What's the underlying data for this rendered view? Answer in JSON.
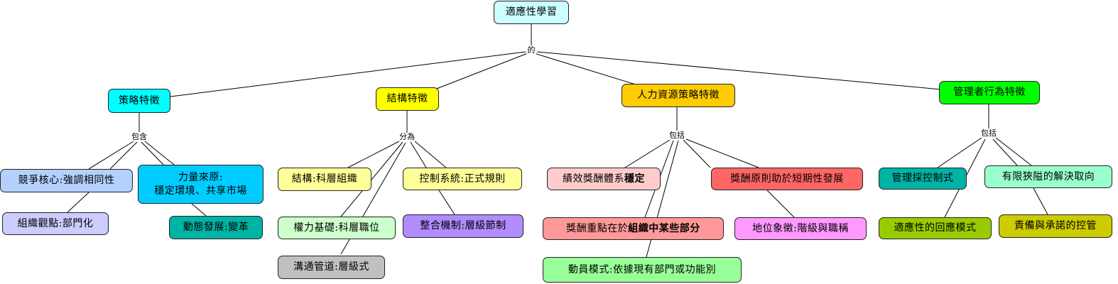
{
  "root": "適應性學習",
  "root_link": "的",
  "branches": {
    "strategy": {
      "title": "策略特徵",
      "link": "包含",
      "items": {
        "core": "競爭核心:強調相同性",
        "source_line1": "力量來原:",
        "source_line2": "穩定環境、共享市場",
        "view": "組織觀點:部門化",
        "dev": "動態發展:變革"
      }
    },
    "structure": {
      "title": "結構特徵",
      "link": "分為",
      "items": {
        "struct": "結構:科層組織",
        "control": "控制系統:正式規則",
        "power": "權力基礎:科層職位",
        "integrate": "整合機制:層級節制",
        "comm": "溝通管道:層級式"
      }
    },
    "hr": {
      "title": "人力資源策略特徵",
      "link": "包括",
      "items": {
        "perf_a": "績效獎酬體系",
        "perf_b": "穩定",
        "reward_a": "獎酬原則助於短期性發展",
        "focus_a": "獎酬重點在於",
        "focus_b": "組織中某些部分",
        "status": "地位象徵:階級與職稱",
        "mobil": "動員模式:依據現有部門或功能別"
      }
    },
    "manager": {
      "title": "管理者行為特徵",
      "link": "包括",
      "items": {
        "ctrl": "管理採控制式",
        "limit": "有限狹隘的解決取向",
        "resp": "適應性的回應模式",
        "account": "責備與承諾的控管"
      }
    }
  },
  "colors": {
    "root": "#ccffff",
    "strategy": "#00ffff",
    "structure": "#ffff00",
    "hr": "#ffcc00",
    "manager": "#00ff00",
    "core": "#b4d0ff",
    "source": "#00ccff",
    "view": "#ccccff",
    "dev": "#00b3a4",
    "struct": "#ffff99",
    "control": "#ffff99",
    "power": "#ccffcc",
    "integrate": "#b28cff",
    "comm": "#c0c0c0",
    "perf": "#ffcccc",
    "reward": "#ff6666",
    "focus": "#ff9999",
    "status": "#ff99ff",
    "mobil": "#99ff99",
    "ctrl": "#00b3a4",
    "limit": "#99ffcc",
    "resp": "#99cc00",
    "account": "#cccc00"
  }
}
